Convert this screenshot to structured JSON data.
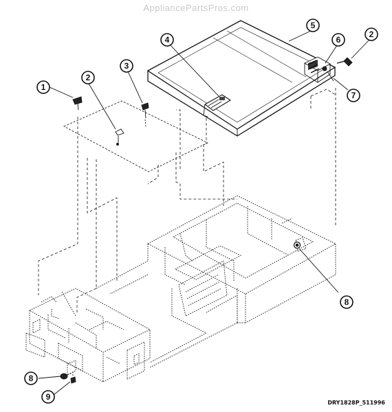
{
  "watermark": "AppliancePartsPros.com",
  "drawing_code": "DRY1828P_511996",
  "callouts": [
    {
      "id": "c1",
      "label": "1"
    },
    {
      "id": "c2a",
      "label": "2"
    },
    {
      "id": "c3",
      "label": "3"
    },
    {
      "id": "c4",
      "label": "4"
    },
    {
      "id": "c5",
      "label": "5"
    },
    {
      "id": "c6",
      "label": "6"
    },
    {
      "id": "c2b",
      "label": "2"
    },
    {
      "id": "c7",
      "label": "7"
    },
    {
      "id": "c8a",
      "label": "8"
    },
    {
      "id": "c8b",
      "label": "8"
    },
    {
      "id": "c9",
      "label": "9"
    }
  ],
  "colors": {
    "ink": "#111111",
    "lid_face": "#ffffff",
    "watermark": "#c9c9c9"
  }
}
